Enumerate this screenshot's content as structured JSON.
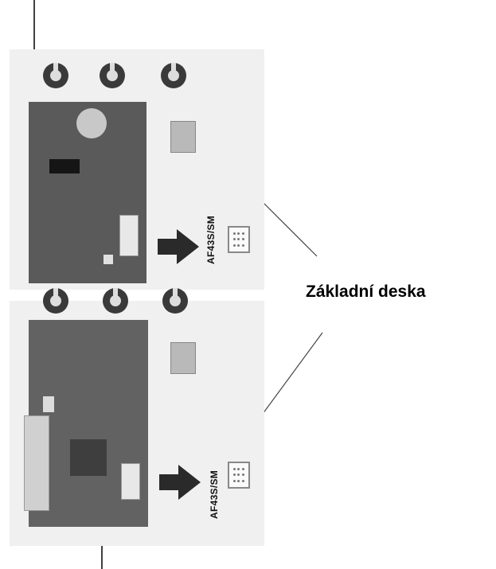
{
  "caption": {
    "text": "Základní deska"
  },
  "boards": [
    {
      "connector_model": "AF43S/SM"
    },
    {
      "connector_model": "AF43S/SM"
    }
  ],
  "colors": {
    "board": "#5a5a5a",
    "panel": "#f0f0f0",
    "arrow": "#2a2a2a",
    "line": "#000000"
  },
  "icons": [
    "trimmer-knob-icon",
    "right-arrow-icon",
    "connector-icon",
    "jumper-icon"
  ]
}
